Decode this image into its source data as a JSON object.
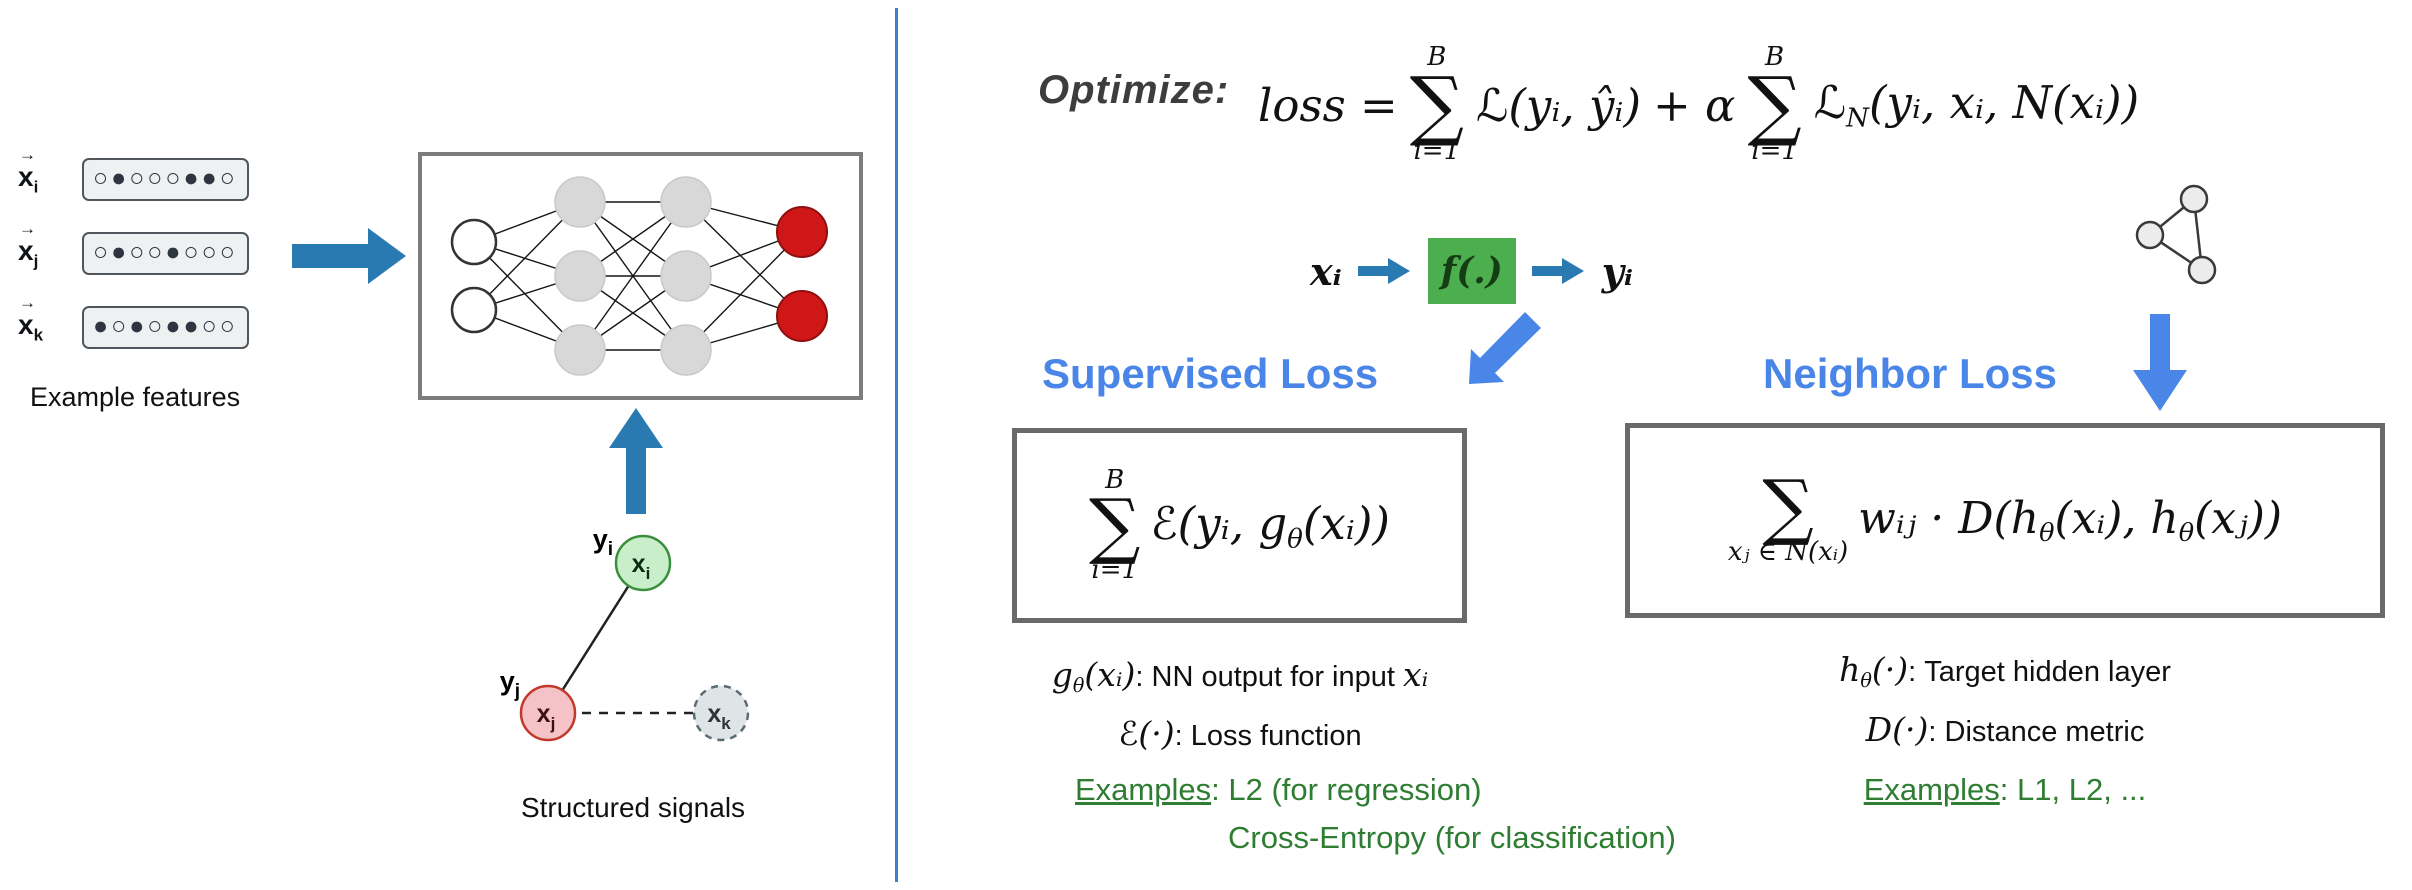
{
  "colors": {
    "divider": "#4180c8",
    "accent_blue": "#4a86e8",
    "steel_arrow": "#2a7ab2",
    "green_text": "#2e7d32",
    "f_box": "#4cae4f",
    "box_border": "#6a6a6a",
    "node_input": "#ffffff",
    "node_hidden": "#d8d8d8",
    "node_output": "#d01717",
    "node_xi_fill": "#c9efca",
    "node_xi_border": "#3a8f3d",
    "node_xj_fill": "#f5c2c7",
    "node_xj_border": "#c0392b",
    "node_xk_fill": "#dfe4e6",
    "node_xk_border": "#5a6b73"
  },
  "left": {
    "features": {
      "vec": "→",
      "caption": "Example features",
      "rows": [
        {
          "base": "x",
          "sub": "i",
          "dots": "○●○○○●●○"
        },
        {
          "base": "x",
          "sub": "j",
          "dots": "○●○○●○○○"
        },
        {
          "base": "x",
          "sub": "k",
          "dots": "●○●○●●○○"
        }
      ]
    },
    "structured": {
      "caption": "Structured signals",
      "yi_base": "y",
      "yi_sub": "i",
      "yj_base": "y",
      "yj_sub": "j",
      "xi_base": "x",
      "xi_sub": "i",
      "xj_base": "x",
      "xj_sub": "j",
      "xk_base": "x",
      "xk_sub": "k"
    }
  },
  "right": {
    "optimize_label": "Optimize:",
    "formula": {
      "lhs": "loss =",
      "sigma": "∑",
      "sum1_top": "B",
      "sum1_bot": "i=1",
      "term1": "ℒ(yᵢ, ŷᵢ)",
      "plus": "+ α",
      "sum2_top": "B",
      "sum2_bot": "i=1",
      "term2_main": "ℒ",
      "term2_sub": "N",
      "term2_rest": "(yᵢ, xᵢ, N(xᵢ))"
    },
    "pipeline": {
      "x": "xᵢ",
      "f": "f(.)",
      "y": "yᵢ"
    },
    "supervised": {
      "title": "Supervised Loss",
      "box": {
        "sigma": "∑",
        "top": "B",
        "bot": "i=1",
        "body_pre": "ℰ(yᵢ, g",
        "body_sub": "θ",
        "body_post": "(xᵢ))"
      },
      "def1": {
        "m_pre": "g",
        "m_sub": "θ",
        "m_post": "(xᵢ)",
        "sep": ": ",
        "text": "NN output for input ",
        "tail": "xᵢ"
      },
      "def2": {
        "m": "ℰ(·)",
        "sep": ": ",
        "text": "Loss function"
      },
      "examples": {
        "label": "Examples",
        "sep": ": ",
        "line1": "L2 (for regression)",
        "line2": "Cross-Entropy (for classification)"
      }
    },
    "neighbor": {
      "title": "Neighbor Loss",
      "box": {
        "sigma": "∑",
        "bot": "xⱼ ∈ N(xᵢ)",
        "body_pre": "wᵢⱼ · D(h",
        "body_sub1": "θ",
        "body_mid": "(xᵢ), h",
        "body_sub2": "θ",
        "body_post": "(xⱼ))"
      },
      "def1": {
        "m_pre": "h",
        "m_sub": "θ",
        "m_post": "(·)",
        "sep": ": ",
        "text": "Target hidden layer"
      },
      "def2": {
        "m": "D(·)",
        "sep": ": ",
        "text": "Distance metric"
      },
      "examples": {
        "label": "Examples",
        "sep": ": ",
        "line1": "L1, L2, ..."
      }
    }
  }
}
